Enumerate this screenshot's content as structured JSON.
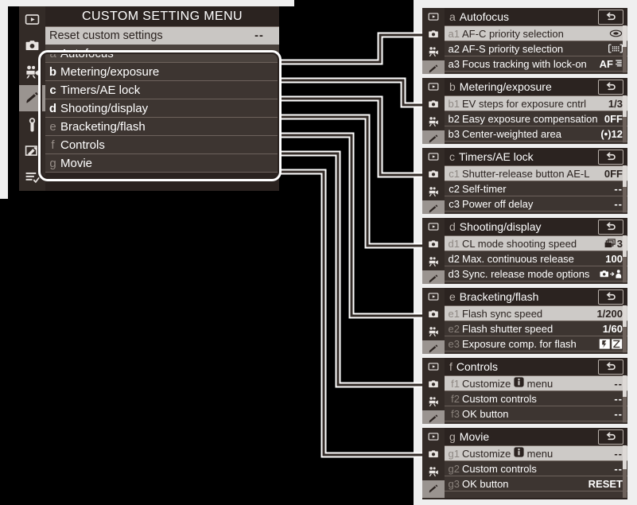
{
  "main_menu": {
    "title": "CUSTOM SETTING MENU",
    "reset": {
      "label": "Reset custom settings",
      "value": "--"
    },
    "sidebar_icons": [
      {
        "name": "playback-icon",
        "selected": false
      },
      {
        "name": "photo-shooting-menu-icon",
        "selected": false
      },
      {
        "name": "movie-shooting-menu-icon",
        "selected": false
      },
      {
        "name": "custom-setting-pencil-icon",
        "selected": true
      },
      {
        "name": "setup-wrench-icon",
        "selected": false
      },
      {
        "name": "retouch-icon",
        "selected": false
      },
      {
        "name": "my-menu-icon",
        "selected": false
      }
    ],
    "items": [
      {
        "letter": "a",
        "label": "Autofocus",
        "dim": true,
        "highlight": true
      },
      {
        "letter": "b",
        "label": "Metering/exposure",
        "dim": false,
        "highlight": false
      },
      {
        "letter": "c",
        "label": "Timers/AE lock",
        "dim": false,
        "highlight": false
      },
      {
        "letter": "d",
        "label": "Shooting/display",
        "dim": false,
        "highlight": false
      },
      {
        "letter": "e",
        "label": "Bracketing/flash",
        "dim": true,
        "highlight": false
      },
      {
        "letter": "f",
        "label": "Controls",
        "dim": true,
        "highlight": false
      },
      {
        "letter": "g",
        "label": "Movie",
        "dim": true,
        "highlight": false
      }
    ]
  },
  "panels": [
    {
      "letter": "a",
      "title": "Autofocus",
      "back_icon": "back-arrow-icon",
      "scroll_pos": 0,
      "rows": [
        {
          "num": "a1",
          "label": "AF-C priority selection",
          "value": "",
          "value_icon": "release-priority-icon",
          "first": true
        },
        {
          "num": "a2",
          "label": "AF-S priority selection",
          "value": "",
          "value_icon": "focus-priority-icon",
          "first": false
        },
        {
          "num": "a3",
          "label": "Focus tracking with lock-on",
          "value": "AF",
          "value_icon": "af-levels-icon",
          "first": false
        }
      ]
    },
    {
      "letter": "b",
      "title": "Metering/exposure",
      "back_icon": "back-arrow-icon",
      "scroll_pos": 0,
      "rows": [
        {
          "num": "b1",
          "label": "EV steps for exposure cntrl",
          "value": "1/3",
          "value_icon": "",
          "first": true
        },
        {
          "num": "b2",
          "label": "Easy exposure compensation",
          "value": "0FF",
          "value_icon": "",
          "first": false
        },
        {
          "num": "b3",
          "label": "Center-weighted area",
          "value": "(•)12",
          "value_icon": "",
          "first": false
        }
      ]
    },
    {
      "letter": "c",
      "title": "Timers/AE lock",
      "back_icon": "back-arrow-icon",
      "scroll_pos": 0,
      "rows": [
        {
          "num": "c1",
          "label": "Shutter-release button AE-L",
          "value": "0FF",
          "value_icon": "",
          "first": true
        },
        {
          "num": "c2",
          "label": "Self-timer",
          "value": "--",
          "value_icon": "",
          "first": false
        },
        {
          "num": "c3",
          "label": "Power off delay",
          "value": "--",
          "value_icon": "",
          "first": false
        }
      ]
    },
    {
      "letter": "d",
      "title": "Shooting/display",
      "back_icon": "back-arrow-icon",
      "scroll_pos": 0,
      "rows": [
        {
          "num": "d1",
          "label": "CL mode shooting speed",
          "value": "3",
          "value_icon": "continuous-burst-icon",
          "first": true
        },
        {
          "num": "d2",
          "label": "Max. continuous release",
          "value": "100",
          "value_icon": "",
          "first": false
        },
        {
          "num": "d3",
          "label": "Sync. release mode options",
          "value": "",
          "value_icon": "sync-release-icon",
          "first": false
        }
      ]
    },
    {
      "letter": "e",
      "title": "Bracketing/flash",
      "back_icon": "back-arrow-icon",
      "scroll_pos": 0,
      "rows": [
        {
          "num": "e1",
          "label": "Flash sync speed",
          "value": "1/200",
          "value_icon": "",
          "first": true
        },
        {
          "num": "e2",
          "label": "Flash shutter speed",
          "value": "1/60",
          "value_icon": "",
          "first": false
        },
        {
          "num": "e3",
          "label": "Exposure comp. for flash",
          "value": "",
          "value_icon": "flash-exposure-comp-icon",
          "first": false
        }
      ]
    },
    {
      "letter": "f",
      "title": "Controls",
      "back_icon": "back-arrow-icon",
      "scroll_pos": 0,
      "rows": [
        {
          "num": "f1",
          "label": "Customize  menu",
          "label_pre": "Customize",
          "label_post": "menu",
          "inline_icon": "i-button-icon",
          "value": "--",
          "value_icon": "",
          "first": true
        },
        {
          "num": "f2",
          "label": "Custom controls",
          "value": "--",
          "value_icon": "",
          "first": false
        },
        {
          "num": "f3",
          "label": "OK button",
          "value": "--",
          "value_icon": "",
          "first": false
        }
      ]
    },
    {
      "letter": "g",
      "title": "Movie",
      "back_icon": "back-arrow-icon",
      "scroll_pos": 0,
      "rows": [
        {
          "num": "g1",
          "label": "Customize  menu",
          "label_pre": "Customize",
          "label_post": "menu",
          "inline_icon": "i-button-icon",
          "value": "--",
          "value_icon": "",
          "first": true
        },
        {
          "num": "g2",
          "label": "Custom controls",
          "value": "--",
          "value_icon": "",
          "first": false
        },
        {
          "num": "g3",
          "label": "OK button",
          "value": "RESET",
          "value_icon": "",
          "first": false
        }
      ]
    }
  ],
  "colors": {
    "page_background": "#efefef",
    "backdrop": "#000000",
    "panel_dark": "#2b2320",
    "row_dark": "#3d3531",
    "row_selected": "#cdcac7",
    "divider": "#6d625c",
    "outline_white": "#ffffff"
  }
}
